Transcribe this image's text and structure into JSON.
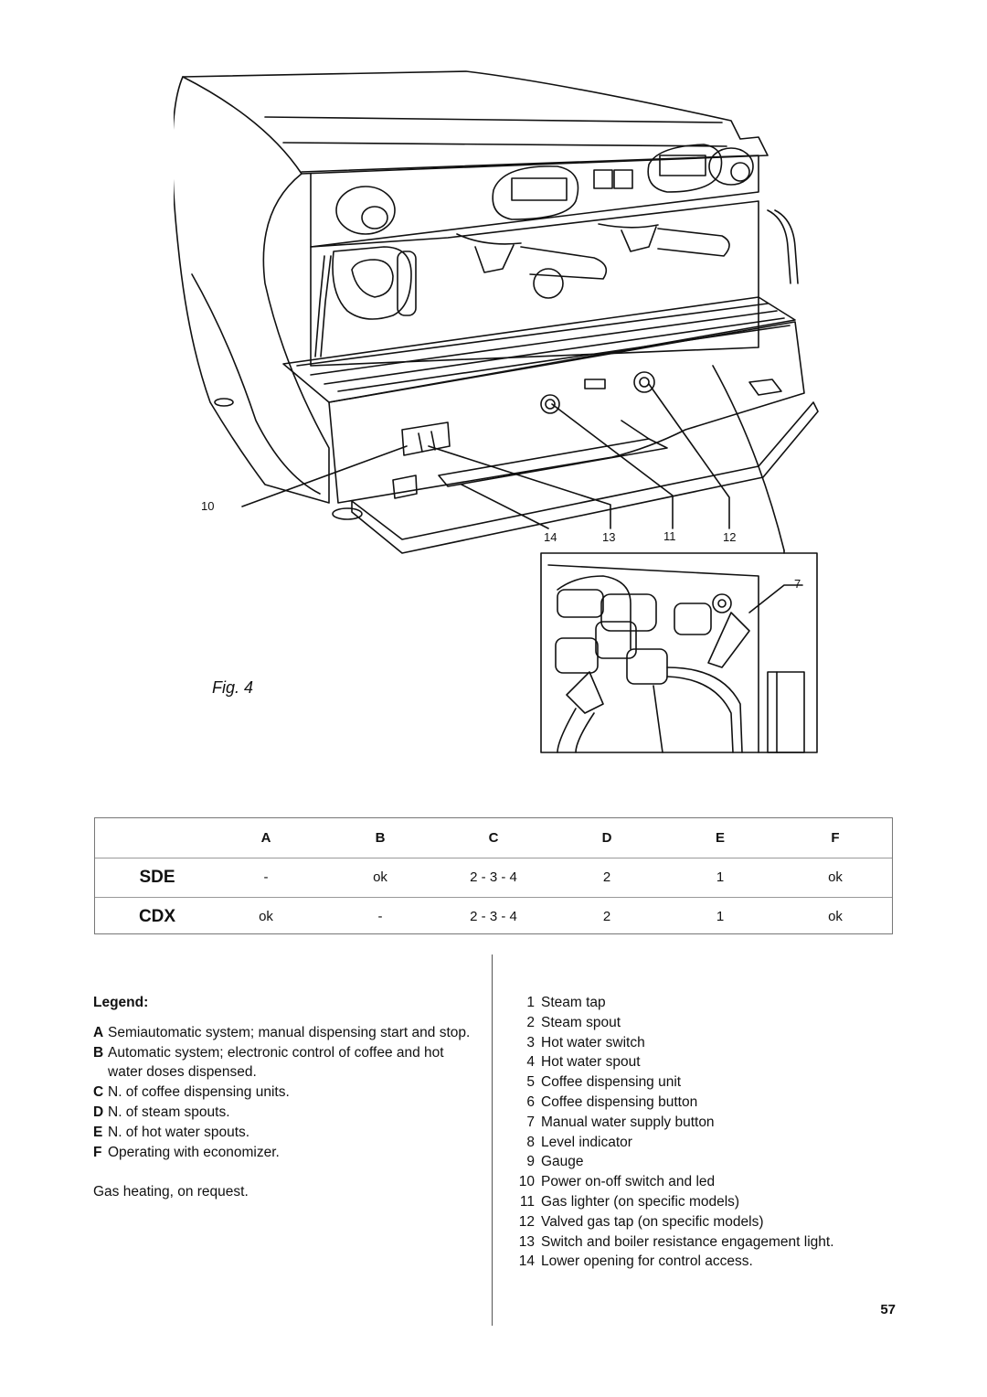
{
  "figure": {
    "caption": "Fig. 4",
    "callouts": [
      "10",
      "14",
      "13",
      "11",
      "12",
      "7"
    ]
  },
  "table": {
    "headers": [
      "",
      "A",
      "B",
      "C",
      "D",
      "E",
      "F"
    ],
    "rows": [
      {
        "model": "SDE",
        "values": [
          "-",
          "ok",
          "2 - 3 - 4",
          "2",
          "1",
          "ok"
        ]
      },
      {
        "model": "CDX",
        "values": [
          "ok",
          "-",
          "2 - 3 - 4",
          "2",
          "1",
          "ok"
        ]
      }
    ]
  },
  "legend": {
    "title": "Legend:",
    "letter_items": [
      {
        "key": "A",
        "text": "Semiautomatic system; manual dispensing start and stop."
      },
      {
        "key": "B",
        "text": "Automatic system; electronic control of coffee and hot water doses dispensed."
      },
      {
        "key": "C",
        "text": "N. of coffee dispensing units."
      },
      {
        "key": "D",
        "text": "N. of steam spouts."
      },
      {
        "key": "E",
        "text": "N. of hot water spouts."
      },
      {
        "key": "F",
        "text": "Operating with economizer."
      }
    ],
    "note": "Gas heating, on request.",
    "numbered_items": [
      {
        "num": "1",
        "text": "Steam tap"
      },
      {
        "num": "2",
        "text": "Steam spout"
      },
      {
        "num": "3",
        "text": "Hot water switch"
      },
      {
        "num": "4",
        "text": "Hot water spout"
      },
      {
        "num": "5",
        "text": "Coffee dispensing unit"
      },
      {
        "num": "6",
        "text": "Coffee dispensing button"
      },
      {
        "num": "7",
        "text": "Manual water supply button"
      },
      {
        "num": "8",
        "text": "Level indicator"
      },
      {
        "num": "9",
        "text": "Gauge"
      },
      {
        "num": "10",
        "text": "Power on-off switch and led"
      },
      {
        "num": "11",
        "text": "Gas lighter (on specific models)"
      },
      {
        "num": "12",
        "text": "Valved gas tap (on specific models)"
      },
      {
        "num": "13",
        "text": "Switch and boiler resistance engagement light."
      },
      {
        "num": "14",
        "text": "Lower opening for control access."
      }
    ]
  },
  "page_number": "57"
}
